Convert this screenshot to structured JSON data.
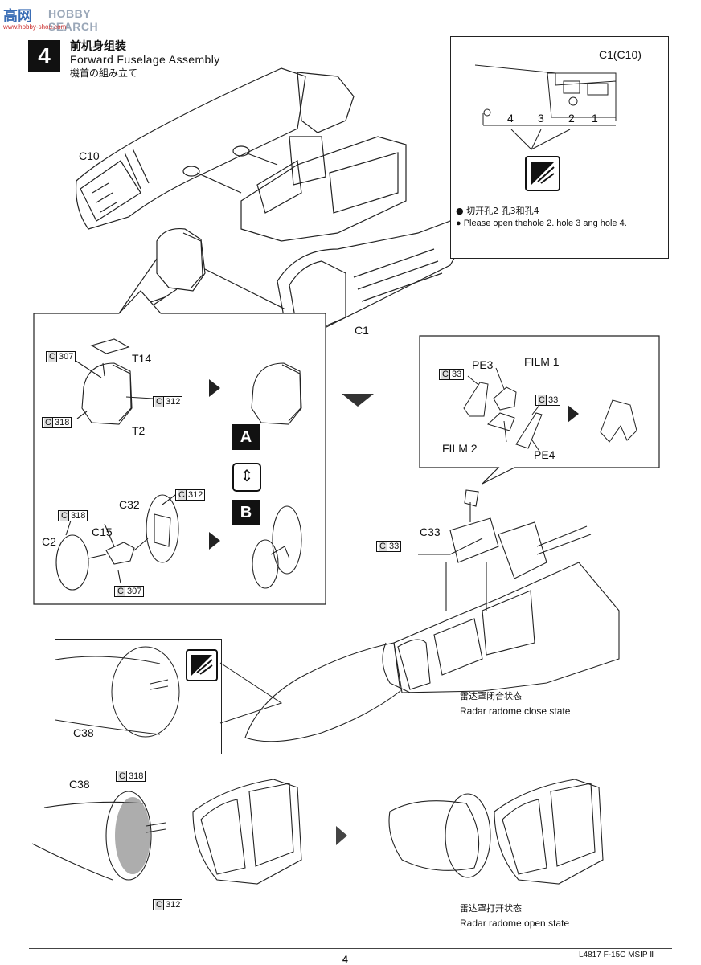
{
  "watermark": {
    "logo_text": "高网",
    "brand": "HOBBY SEARCH",
    "site": "www.hobby-shou.com"
  },
  "step": {
    "number": "4",
    "title_cn": "前机身组装",
    "title_en": "Forward Fuselage Assembly",
    "title_jp": "機首の組み立て"
  },
  "labels": {
    "c10": "C10",
    "c1": "C1",
    "t14": "T14",
    "t2": "T2",
    "c32": "C32",
    "c15": "C15",
    "c2": "C2",
    "c33": "C33",
    "c38_top": "C38",
    "c38_bottom": "C38",
    "pe3": "PE3",
    "pe4": "PE4",
    "film1": "FILM 1",
    "film2": "FILM 2"
  },
  "option_badges": {
    "a": "A",
    "b": "B"
  },
  "color_refs": {
    "c307": "307",
    "c312": "312",
    "c318": "318",
    "c33": "33"
  },
  "color_prefix": "C",
  "inset_holes": {
    "title": "C1(C10)",
    "holes": [
      "4",
      "3",
      "2",
      "1"
    ],
    "note_cn": "切开孔2 孔3和孔4",
    "note_en": "Please open thehole 2. hole 3 ang hole 4."
  },
  "radome": {
    "close_cn": "雷达罩闭合状态",
    "close_en": "Radar radome close state",
    "open_cn": "雷达罩打开状态",
    "open_en": "Radar radome open state"
  },
  "footer": {
    "page": "4",
    "code": "L4817 F-15C MSIP Ⅱ"
  },
  "colors": {
    "ink": "#111111",
    "badge": "#111111",
    "paper": "#ffffff"
  }
}
